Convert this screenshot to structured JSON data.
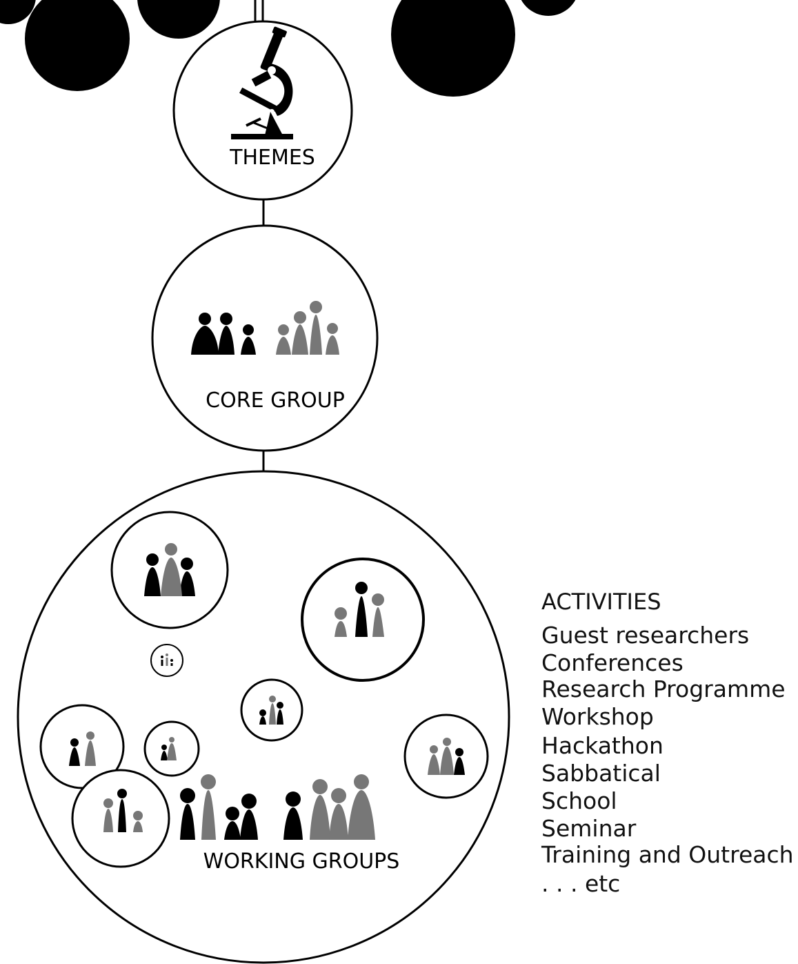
{
  "themes": {
    "label": "THEMES",
    "icon": "microscope-icon"
  },
  "core_group": {
    "label": "CORE GROUP",
    "icon": "people-group-icon"
  },
  "working_groups": {
    "label": "WORKING GROUPS",
    "icon": "people-group-icon"
  },
  "activities": {
    "title": "ACTIVITIES",
    "items": [
      "Guest researchers",
      "Conferences",
      "Research Programme",
      "Workshop",
      "Hackathon",
      "Sabbatical",
      "School",
      "Seminar",
      "Training and Outreach",
      ". . . etc"
    ]
  },
  "colors": {
    "person_dark": "#000000",
    "person_grey": "#777777",
    "stroke": "#000000"
  }
}
